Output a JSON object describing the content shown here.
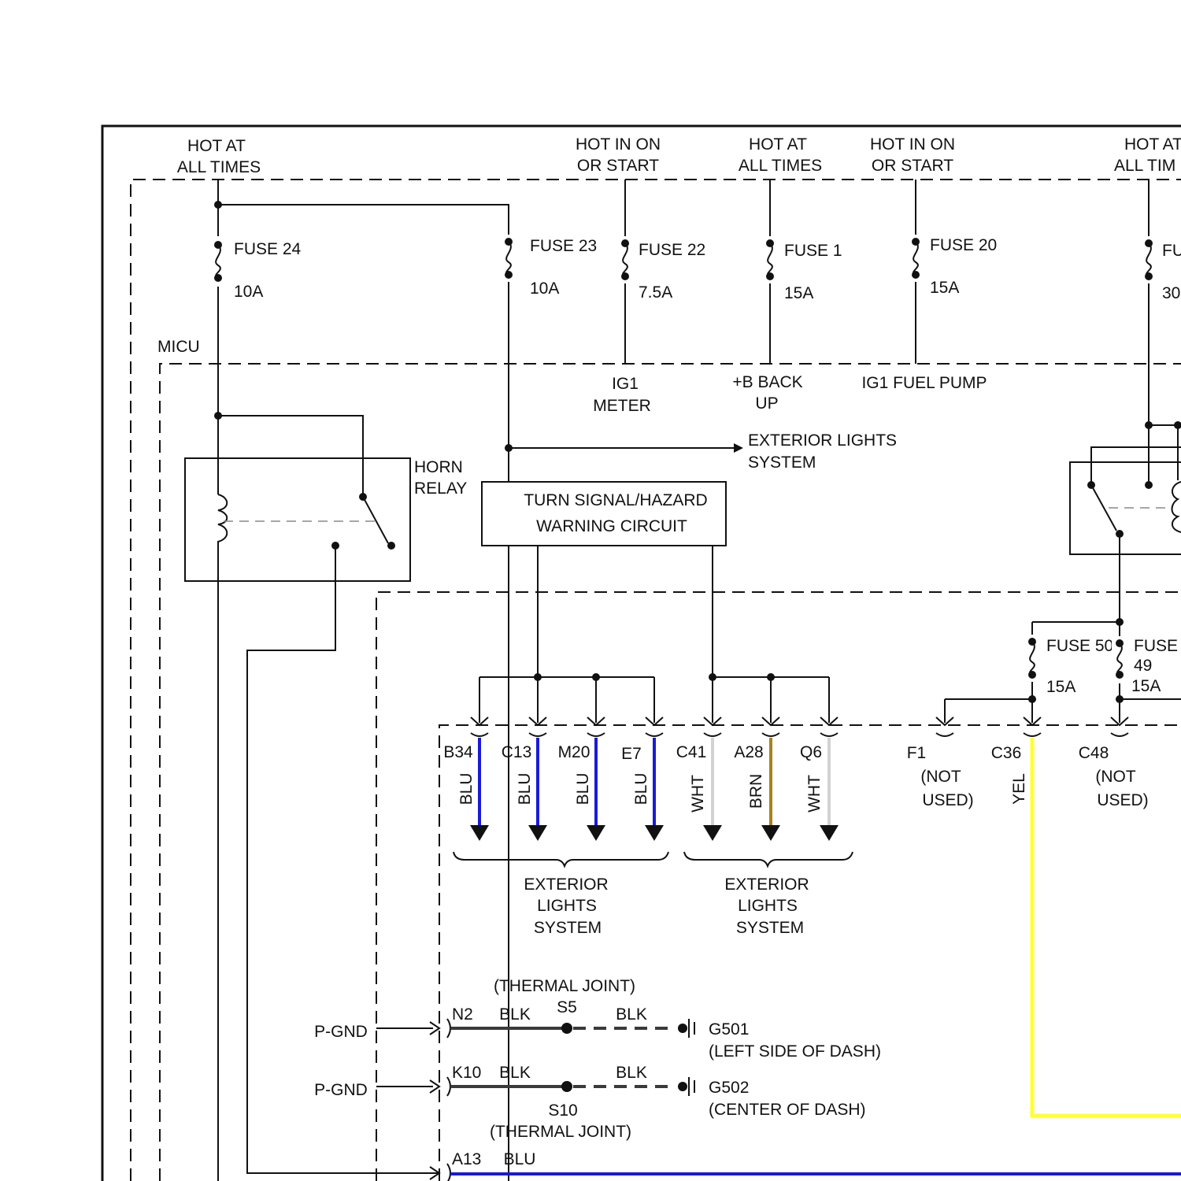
{
  "power": {
    "hot_all_1": [
      "HOT AT",
      "ALL TIMES"
    ],
    "hot_on_1": [
      "HOT IN ON",
      "OR START"
    ],
    "hot_all_2": [
      "HOT AT",
      "ALL TIMES"
    ],
    "hot_on_2": [
      "HOT IN ON",
      "OR START"
    ],
    "hot_all_3": [
      "HOT AT",
      "ALL TIM"
    ]
  },
  "fuses": {
    "f24": {
      "name": "FUSE 24",
      "rating": "10A"
    },
    "f23": {
      "name": "FUSE 23",
      "rating": "10A"
    },
    "f22": {
      "name": "FUSE 22",
      "rating": "7.5A"
    },
    "f1": {
      "name": "FUSE 1",
      "rating": "15A"
    },
    "f20": {
      "name": "FUSE 20",
      "rating": "15A"
    },
    "fR": {
      "name": "FU",
      "rating": "30"
    },
    "f50": {
      "name": "FUSE 50",
      "rating": "15A"
    },
    "f49": {
      "name": "FUSE",
      "num": "49",
      "rating": "15A"
    }
  },
  "labels": {
    "micu": "MICU",
    "ig1_meter": [
      "IG1",
      "METER"
    ],
    "b_backup": [
      "+B BACK",
      "UP"
    ],
    "ig1_fuel_pump": "IG1 FUEL PUMP",
    "ext_lights_top": [
      "EXTERIOR LIGHTS",
      "SYSTEM"
    ],
    "horn_relay": [
      "HORN",
      "RELAY"
    ],
    "turn_signal": [
      "TURN SIGNAL/HAZARD",
      "WARNING CIRCUIT"
    ],
    "ext_lights_left": [
      "EXTERIOR",
      "LIGHTS",
      "SYSTEM"
    ],
    "ext_lights_mid": [
      "EXTERIOR",
      "LIGHTS",
      "SYSTEM"
    ],
    "thermal_joint_top": "(THERMAL JOINT)",
    "thermal_joint_bottom": "(THERMAL JOINT)"
  },
  "connectors": [
    {
      "pin": "B34",
      "color": "BLU",
      "hex": "#1a1ad6"
    },
    {
      "pin": "C13",
      "color": "BLU",
      "hex": "#1a1ad6"
    },
    {
      "pin": "M20",
      "color": "BLU",
      "hex": "#1a1ad6"
    },
    {
      "pin": "E7",
      "color": "BLU",
      "hex": "#1a1ad6"
    },
    {
      "pin": "C41",
      "color": "WHT",
      "hex": "#d2d2d2"
    },
    {
      "pin": "A28",
      "color": "BRN",
      "hex": "#a8821e"
    },
    {
      "pin": "Q6",
      "color": "WHT",
      "hex": "#d2d2d2"
    }
  ],
  "right_connectors": {
    "f1": {
      "pin": "F1",
      "note": [
        "(NOT",
        "USED)"
      ]
    },
    "c36": {
      "pin": "C36",
      "color": "YEL",
      "hex": "#ffff33"
    },
    "c48": {
      "pin": "C48",
      "note": [
        "(NOT",
        "USED)"
      ]
    }
  },
  "grounds": [
    {
      "label": "P-GND",
      "pin": "N2",
      "wire1": "BLK",
      "splice": "S5",
      "wire2": "BLK",
      "ground": "G501",
      "location": "(LEFT SIDE OF DASH)"
    },
    {
      "label": "P-GND",
      "pin": "K10",
      "wire1": "BLK",
      "splice": "S10",
      "wire2": "BLK",
      "ground": "G502",
      "location": "(CENTER OF DASH)"
    }
  ],
  "a13": {
    "pin": "A13",
    "color": "BLU",
    "hex": "#1a1ad6"
  }
}
